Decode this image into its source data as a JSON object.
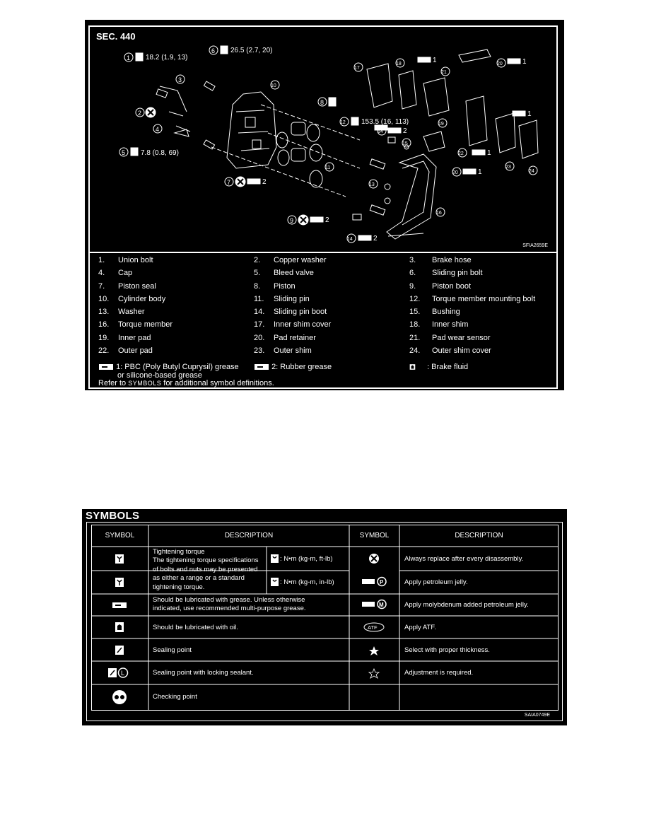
{
  "figure1": {
    "section": "SEC. 440",
    "code": "SFIA2659E",
    "callouts": {
      "c1_torque": "18.2 (1.9, 13)",
      "c6_torque": "26.5 (2.7, 20)",
      "c5_torque": "7.8 (0.8, 69)",
      "c12_torque": "153.5 (16, 113)",
      "grease_1": "1",
      "grease_2": "2"
    },
    "legend_rows": [
      [
        {
          "num": "1.",
          "label": "Union bolt"
        },
        {
          "num": "2.",
          "label": "Copper washer"
        },
        {
          "num": "3.",
          "label": "Brake hose"
        }
      ],
      [
        {
          "num": "4.",
          "label": "Cap"
        },
        {
          "num": "5.",
          "label": "Bleed valve"
        },
        {
          "num": "6.",
          "label": "Sliding pin bolt"
        }
      ],
      [
        {
          "num": "7.",
          "label": "Piston seal"
        },
        {
          "num": "8.",
          "label": "Piston"
        },
        {
          "num": "9.",
          "label": "Piston boot"
        }
      ],
      [
        {
          "num": "10.",
          "label": "Cylinder body"
        },
        {
          "num": "11.",
          "label": "Sliding pin"
        },
        {
          "num": "12.",
          "label": "Torque member mounting bolt"
        }
      ],
      [
        {
          "num": "13.",
          "label": "Washer"
        },
        {
          "num": "14.",
          "label": "Sliding pin boot"
        },
        {
          "num": "15.",
          "label": "Bushing"
        }
      ],
      [
        {
          "num": "16.",
          "label": "Torque member"
        },
        {
          "num": "17.",
          "label": "Inner shim cover"
        },
        {
          "num": "18.",
          "label": "Inner shim"
        }
      ],
      [
        {
          "num": "19.",
          "label": "Inner pad"
        },
        {
          "num": "20.",
          "label": "Pad retainer"
        },
        {
          "num": "21.",
          "label": "Pad wear sensor"
        }
      ],
      [
        {
          "num": "22.",
          "label": "Outer pad"
        },
        {
          "num": "23.",
          "label": "Outer shim"
        },
        {
          "num": "24.",
          "label": "Outer shim cover"
        }
      ]
    ],
    "grease_legend": {
      "g1_line1": "1: PBC (Poly Butyl Cuprysil) grease",
      "g1_line2": "or silicone-based grease",
      "g2": "2: Rubber grease",
      "fluid": ": Brake fluid"
    },
    "refer": {
      "before": "Refer to ",
      "symbols": "SYMBOLS",
      "after": " for additional symbol definitions."
    }
  },
  "figure2": {
    "title": "SYMBOLS",
    "code": "SAIA0749E",
    "headers": {
      "symbol": "SYMBOL",
      "description": "DESCRIPTION"
    },
    "left": {
      "torque_l1": "Tightening torque",
      "torque_l2": "The tightening torque specifications",
      "torque_l3": "of bolts and nuts may be presented",
      "torque_l4": "as either a range or a standard",
      "torque_l5": "tightening torque.",
      "unit_ft": ": N•m (kg-m, ft-lb)",
      "unit_in": ": N•m (kg-m, in-lb)",
      "grease_l1": "Should be lubricated with grease. Unless otherwise",
      "grease_l2": "indicated, use recommended multi-purpose grease.",
      "oil": "Should be lubricated with oil.",
      "sealing": "Sealing point",
      "sealing_lock": "Sealing point with locking sealant.",
      "checking": "Checking point",
      "lock_letter": "L"
    },
    "right": {
      "replace": "Always replace after every disassembly.",
      "petroleum": "Apply petroleum jelly.",
      "molybdenum": "Apply molybdenum added petroleum jelly.",
      "atf": "Apply ATF.",
      "atf_symbol": "ATF",
      "thickness": "Select with proper thickness.",
      "adjustment": "Adjustment is required.",
      "p_letter": "P",
      "m_letter": "M"
    }
  }
}
